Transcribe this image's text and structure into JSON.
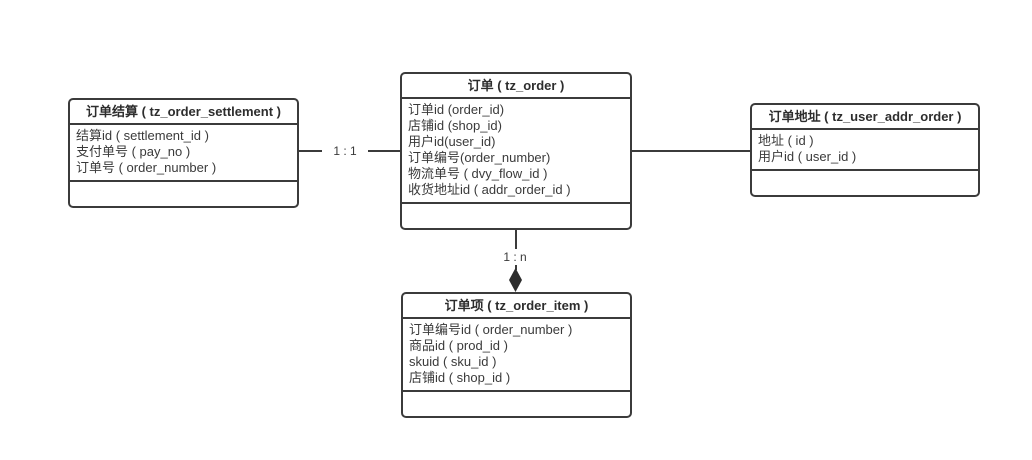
{
  "diagram": {
    "background": "#ffffff",
    "border_color": "#3b3b3b",
    "text_color": "#3a3a3a"
  },
  "tables": [
    {
      "id": "tz_order_settlement",
      "title": "订单结算 ( tz_order_settlement )",
      "fields": [
        "结算id ( settlement_id )",
        "支付单号 ( pay_no )",
        "订单号 ( order_number )"
      ]
    },
    {
      "id": "tz_order",
      "title": "订单 ( tz_order )",
      "fields": [
        "订单id (order_id)",
        "店铺id (shop_id)",
        "用户id(user_id)",
        "订单编号(order_number)",
        "物流单号 ( dvy_flow_id )",
        "收货地址id ( addr_order_id )"
      ]
    },
    {
      "id": "tz_user_addr_order",
      "title": "订单地址 ( tz_user_addr_order )",
      "fields": [
        "地址 ( id )",
        "用户id ( user_id )"
      ]
    },
    {
      "id": "tz_order_item",
      "title": "订单项 ( tz_order_item )",
      "fields": [
        "订单编号id ( order_number )",
        "商品id ( prod_id )",
        "skuid ( sku_id )",
        "店铺id ( shop_id )"
      ]
    }
  ],
  "relations": [
    {
      "from": "tz_order_settlement",
      "to": "tz_order",
      "label": "1 : 1",
      "arrow": "none"
    },
    {
      "from": "tz_order",
      "to": "tz_user_addr_order",
      "label": "",
      "arrow": "none"
    },
    {
      "from": "tz_order",
      "to": "tz_order_item",
      "label": "1 : n",
      "arrow": "diamond"
    }
  ]
}
